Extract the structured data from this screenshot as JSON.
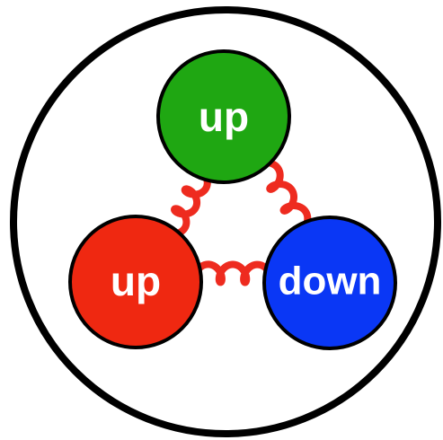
{
  "colors": {
    "outline": "#000000",
    "background": "#ffffff",
    "gluon": "#ee2b1f",
    "label": "#ffffff"
  },
  "quarks": [
    {
      "id": "top",
      "label": "up",
      "color": "#1fa712"
    },
    {
      "id": "left",
      "label": "up",
      "color": "#ef2811"
    },
    {
      "id": "right",
      "label": "down",
      "color": "#0a37f5"
    }
  ],
  "gluons": [
    {
      "from": "top",
      "to": "left"
    },
    {
      "from": "top",
      "to": "right"
    },
    {
      "from": "left",
      "to": "right"
    }
  ]
}
